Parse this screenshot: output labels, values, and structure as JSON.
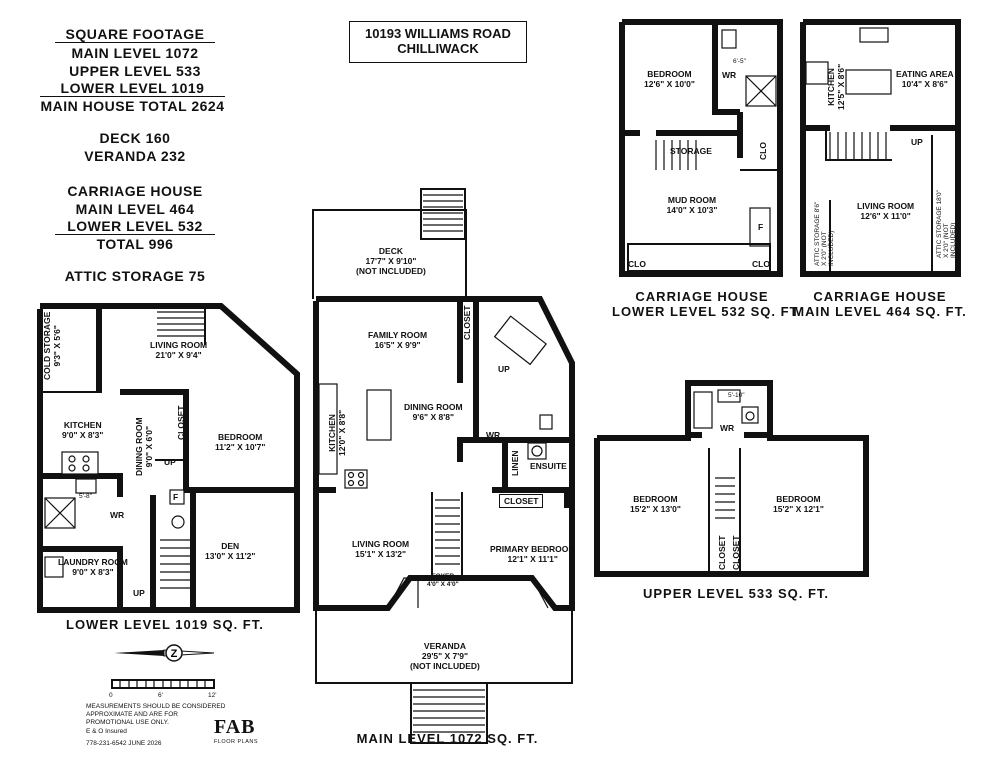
{
  "address": {
    "line1": "10193 WILLIAMS ROAD",
    "line2": "CHILLIWACK"
  },
  "summary": {
    "title": "SQUARE FOOTAGE",
    "main": "MAIN LEVEL 1072",
    "upper": "UPPER LEVEL 533",
    "lower": "LOWER LEVEL 1019",
    "total": "MAIN HOUSE TOTAL 2624",
    "deck": "DECK 160",
    "veranda": "VERANDA 232",
    "carriage_title": "CARRIAGE HOUSE",
    "carriage_main": "MAIN LEVEL 464",
    "carriage_lower": "LOWER LEVEL 532",
    "carriage_total": "TOTAL 996",
    "attic": "ATTIC STORAGE 75"
  },
  "captions": {
    "lower": "LOWER LEVEL 1019 SQ. FT.",
    "main": "MAIN LEVEL 1072 SQ. FT.",
    "upper": "UPPER LEVEL 533 SQ. FT.",
    "ch_lower_1": "CARRIAGE HOUSE",
    "ch_lower_2": "LOWER LEVEL 532 SQ. FT.",
    "ch_main_1": "CARRIAGE HOUSE",
    "ch_main_2": "MAIN LEVEL 464 SQ. FT."
  },
  "rooms": {
    "lower": {
      "cold": {
        "label": "COLD STORAGE",
        "dim": "9'3\" X 5'6\""
      },
      "living": {
        "label": "LIVING ROOM",
        "dim": "21'0\" X 9'4\""
      },
      "kitchen": {
        "label": "KITCHEN",
        "dim": "9'0\" X 8'3\""
      },
      "dining": {
        "label": "DINING ROOM",
        "dim": "9'0\" X 6'0\""
      },
      "closet": {
        "label": "CLOSET"
      },
      "bedroom": {
        "label": "BEDROOM",
        "dim": "11'2\" X 10'7\""
      },
      "wr": {
        "label": "WR"
      },
      "den": {
        "label": "DEN",
        "dim": "13'0\" X 11'2\""
      },
      "laundry": {
        "label": "LAUNDRY ROOM",
        "dim": "9'0\" X 8'3\""
      },
      "up1": "UP",
      "up2": "UP",
      "small_dim": "5'-8\"",
      "f": "F"
    },
    "main": {
      "deck": {
        "label": "DECK",
        "dim": "17'7\" X 9'10\"",
        "note": "(NOT INCLUDED)"
      },
      "family": {
        "label": "FAMILY ROOM",
        "dim": "16'5\" X 9'9\""
      },
      "closet1": {
        "label": "CLOSET"
      },
      "kitchen": {
        "label": "KITCHEN",
        "dim": "12'0\" X 8'8\""
      },
      "dining": {
        "label": "DINING ROOM",
        "dim": "9'6\" X 8'8\""
      },
      "wr": {
        "label": "WR"
      },
      "up": "UP",
      "linen": {
        "label": "LINEN"
      },
      "ensuite": {
        "label": "ENSUITE"
      },
      "closet2": {
        "label": "CLOSET"
      },
      "living": {
        "label": "LIVING ROOM",
        "dim": "15'1\" X 13'2\""
      },
      "primary": {
        "label": "PRIMARY BEDROOM",
        "dim": "12'1\" X 11'1\""
      },
      "foyer": {
        "label": "FOYER",
        "dim": "4'0\" X 4'0\""
      },
      "veranda": {
        "label": "VERANDA",
        "dim": "29'5\" X 7'9\"",
        "note": "(NOT INCLUDED)"
      }
    },
    "ch_lower": {
      "bedroom": {
        "label": "BEDROOM",
        "dim": "12'6\" X 10'0\""
      },
      "wr": {
        "label": "WR"
      },
      "storage": {
        "label": "STORAGE"
      },
      "clo1": "CLO",
      "mud": {
        "label": "MUD ROOM",
        "dim": "14'0\" X 10'3\""
      },
      "clo2": "CLO",
      "clo3": "CLO",
      "f": "F",
      "small_dim": "6'-5\""
    },
    "ch_main": {
      "kitchen": {
        "label": "KITCHEN",
        "dim": "12'5\" X 8'6\""
      },
      "eating": {
        "label": "EATING AREA",
        "dim": "10'4\" X 8'6\""
      },
      "up": "UP",
      "living": {
        "label": "LIVING ROOM",
        "dim": "12'6\" X 11'0\""
      },
      "attic_l": "ATTIC STORAGE 8'6\" X 2'0\" (NOT INCLUDED)",
      "attic_r": "ATTIC STORAGE 18'0\" X 2'0\" (NOT INCLUDED)"
    },
    "upper": {
      "wr": {
        "label": "WR"
      },
      "bed1": {
        "label": "BEDROOM",
        "dim": "15'2\" X 13'0\""
      },
      "bed2": {
        "label": "BEDROOM",
        "dim": "15'2\" X 12'1\""
      },
      "closet1": "CLOSET",
      "closet2": "CLOSET",
      "small_dim": "5'-10\""
    }
  },
  "scale": {
    "marks": [
      "0",
      "6'",
      "12'"
    ]
  },
  "disclaimer": {
    "line1": "MEASUREMENTS SHOULD BE CONSIDERED",
    "line2": "APPROXIMATE AND ARE FOR",
    "line3": "PROMOTIONAL USE ONLY.",
    "line4": "E & O Insured",
    "line5": "778-231-6542  JUNE 2026"
  },
  "logo": {
    "text": "FAB",
    "sub": "FLOOR PLANS"
  },
  "icons": {
    "compass": "north-arrow-icon"
  }
}
